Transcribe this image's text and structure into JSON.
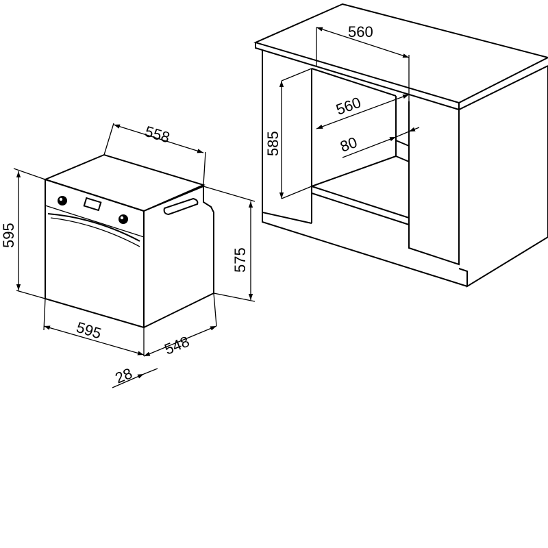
{
  "diagram": {
    "oven": {
      "height_total": "595",
      "height_body": "575",
      "depth_top": "558",
      "width_front": "595",
      "depth_side": "548",
      "front_panel": "28"
    },
    "cabinet": {
      "width_top": "560",
      "width_niche": "560",
      "height_niche": "585",
      "vent": "80"
    },
    "colors": {
      "line": "#000000",
      "background": "#ffffff"
    }
  }
}
